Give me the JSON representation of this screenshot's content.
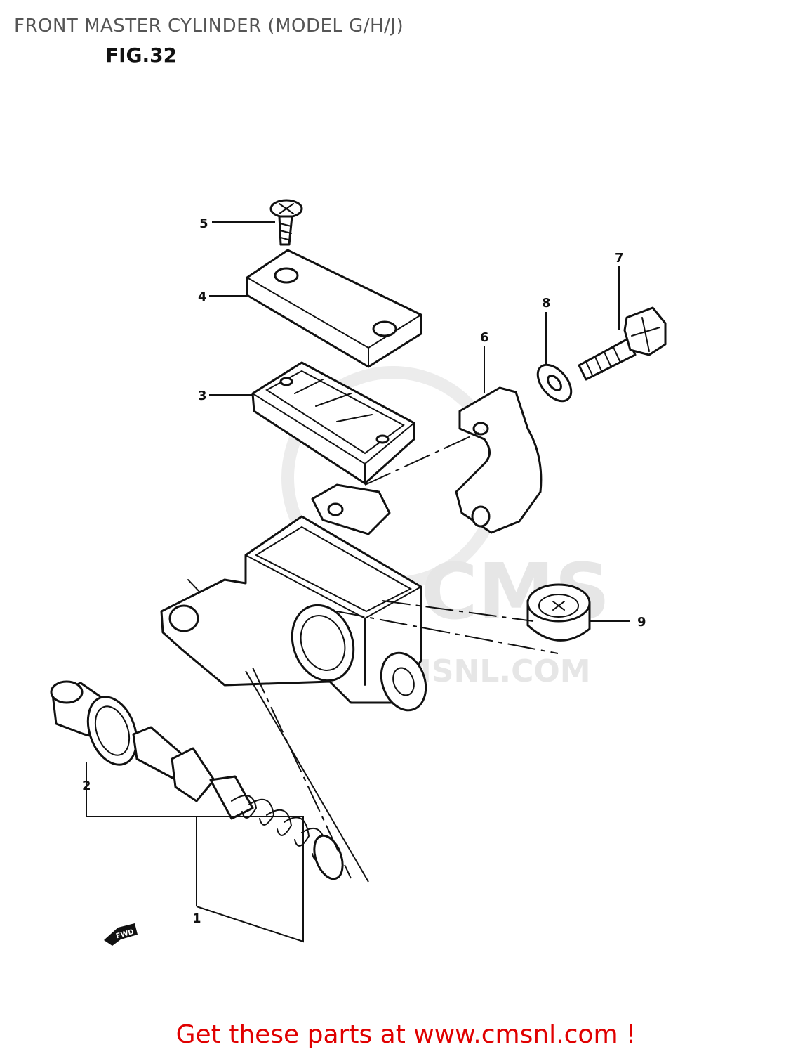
{
  "header": {
    "title": "FRONT MASTER CYLINDER (MODEL G/H/J)",
    "figure": "FIG.32"
  },
  "callouts": [
    {
      "id": "1",
      "label": "1"
    },
    {
      "id": "2",
      "label": "2"
    },
    {
      "id": "3",
      "label": "3"
    },
    {
      "id": "4",
      "label": "4"
    },
    {
      "id": "5",
      "label": "5"
    },
    {
      "id": "6",
      "label": "6"
    },
    {
      "id": "7",
      "label": "7"
    },
    {
      "id": "8",
      "label": "8"
    },
    {
      "id": "9",
      "label": "9"
    }
  ],
  "direction_badge": "FWD",
  "watermark": {
    "logo_text": "CMS",
    "url_text": "WWW.CMSNL.COM"
  },
  "footer": {
    "cta": "Get these parts at www.cmsnl.com !"
  },
  "colors": {
    "cta": "#e00000",
    "title": "#555555",
    "line": "#111111",
    "watermark": "#e6e6e6"
  }
}
